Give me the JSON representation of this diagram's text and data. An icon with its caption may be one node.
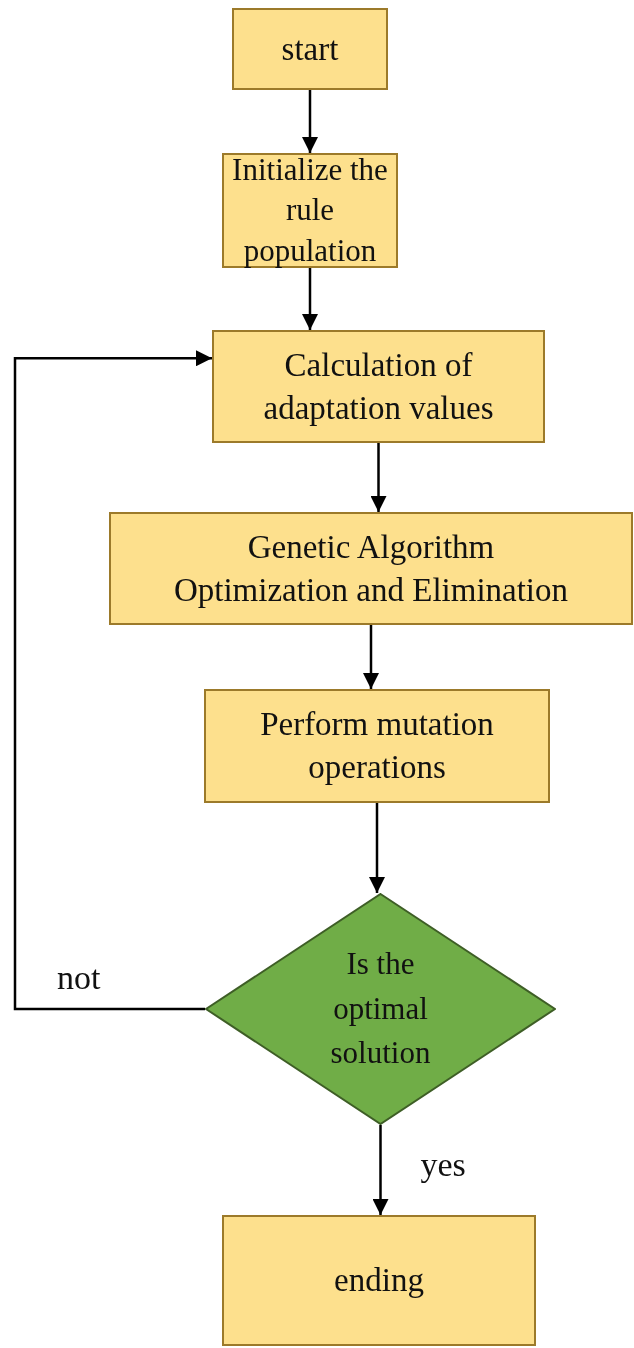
{
  "diagram": {
    "nodes": [
      {
        "text": [
          "start"
        ]
      },
      {
        "text": [
          "Initialize the rule population"
        ]
      },
      {
        "text": [
          "Calculation of adaptation values"
        ]
      },
      {
        "text": [
          "Genetic Algorithm Optimization and Elimination"
        ]
      },
      {
        "text": [
          "Perform mutation operations"
        ]
      },
      {
        "text": [
          "Is the optimal solution"
        ]
      },
      {
        "text": [
          "ending"
        ]
      }
    ],
    "edges": [
      {
        "from": 0,
        "to": 1,
        "arrow": "to"
      },
      {
        "from": 1,
        "to": 2,
        "arrow": "to"
      },
      {
        "from": 2,
        "to": 3,
        "arrow": "to"
      },
      {
        "from": 3,
        "to": 4,
        "arrow": "to"
      },
      {
        "from": 4,
        "to": 5,
        "arrow": "to"
      },
      {
        "from": 5,
        "to": 6,
        "arrow": "to",
        "label": "yes"
      },
      {
        "from": 5,
        "to": 2,
        "arrow": "to",
        "label": "not"
      }
    ]
  }
}
